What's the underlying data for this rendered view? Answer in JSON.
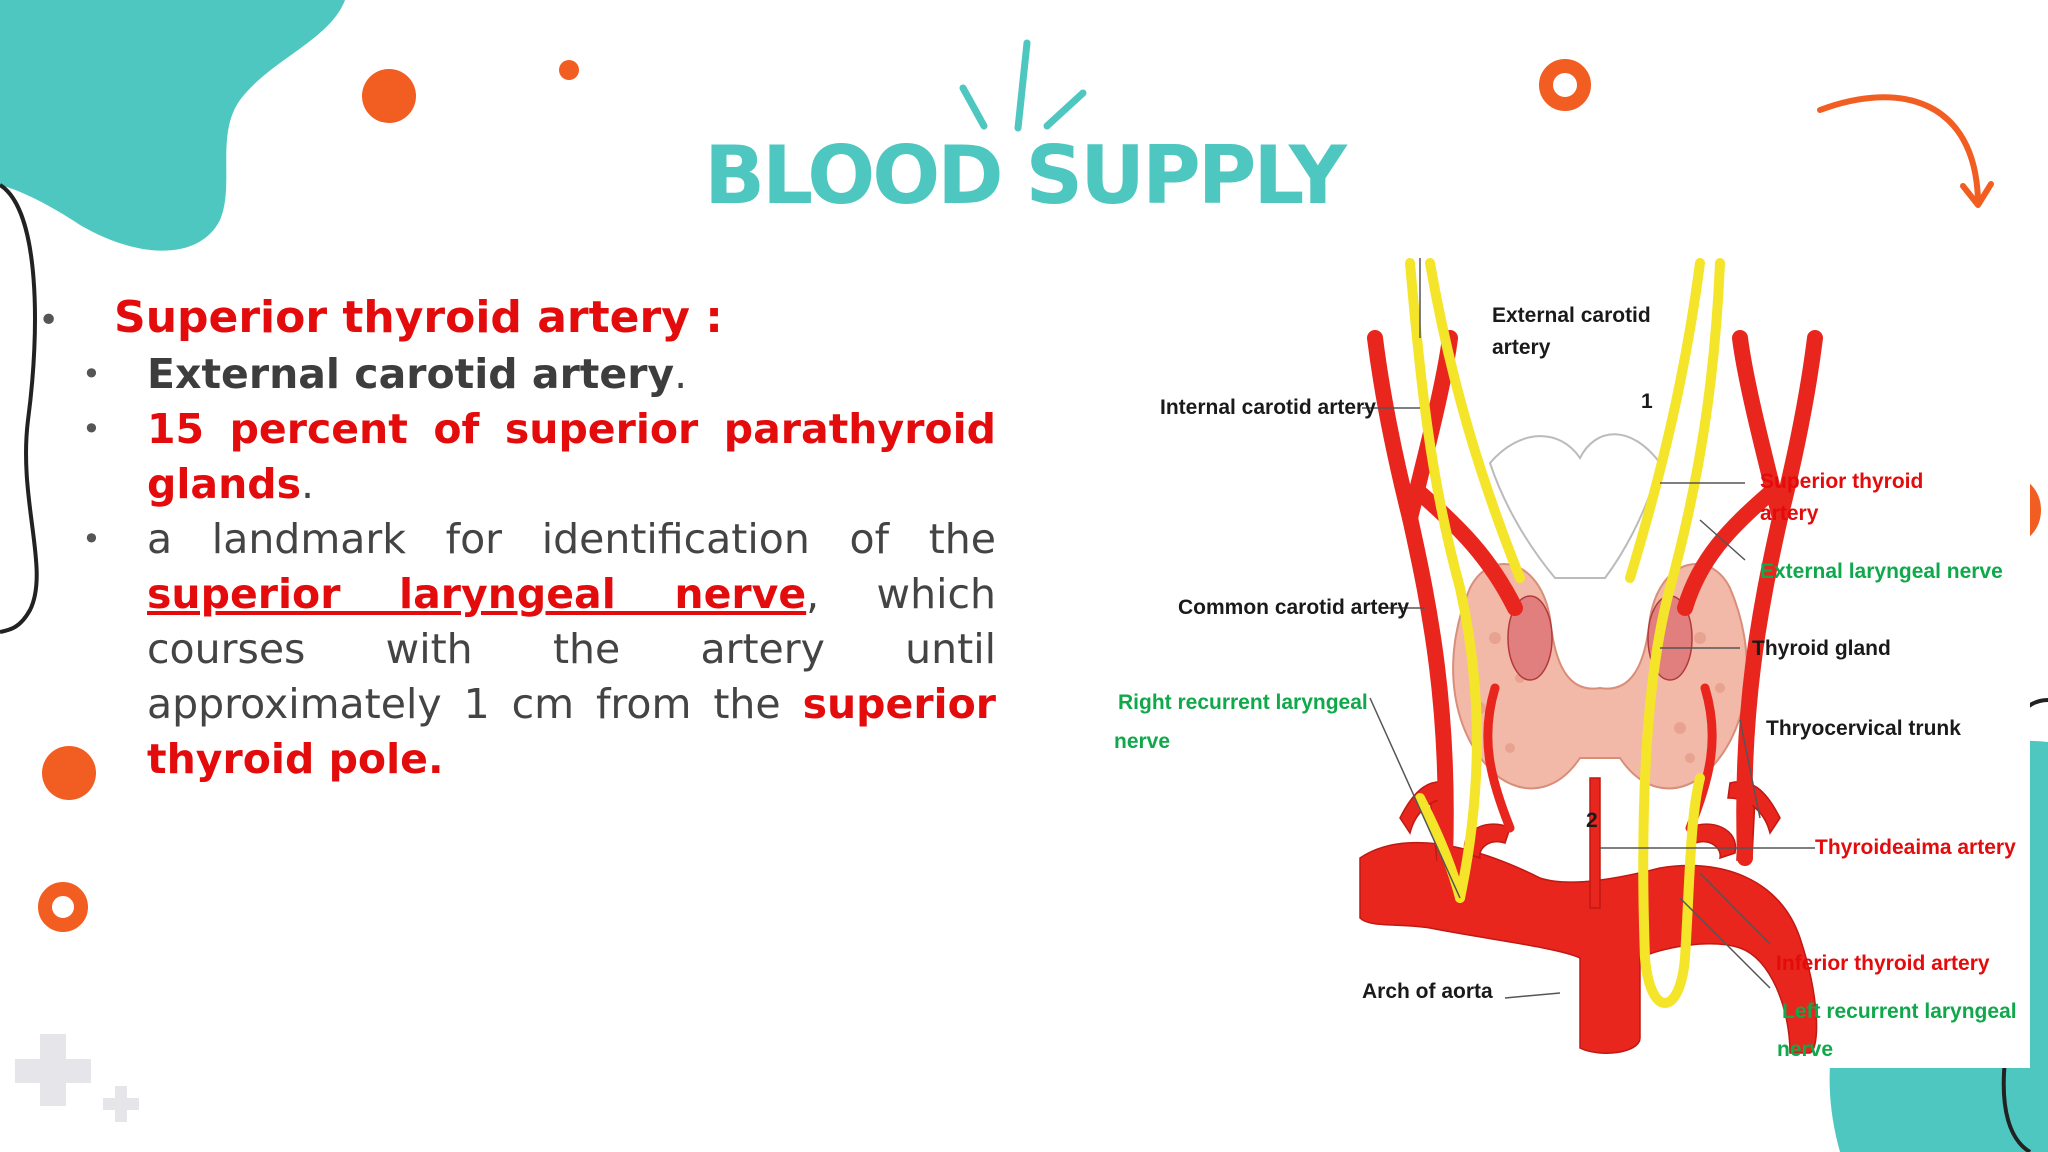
{
  "slide": {
    "title": "BLOOD SUPPLY",
    "accent_color": "#4ec7c0",
    "orange_color": "#f25d22",
    "red_text_color": "#e30b0b"
  },
  "content": {
    "main_item": {
      "bullet": "•",
      "label": "Superior thyroid artery :"
    },
    "sub_items": [
      {
        "parts": [
          "External carotid artery",
          "."
        ]
      },
      {
        "parts": [
          "15 percent of superior parathyroid glands",
          "."
        ]
      },
      {
        "parts": [
          "a landmark for identification of the ",
          "superior laryngeal nerve",
          ", which courses with the artery until approximately 1 cm from the ",
          "superior thyroid pole."
        ]
      }
    ]
  },
  "diagram": {
    "labels": {
      "external_carotid_1": "External carotid",
      "external_carotid_2": "artery",
      "internal_carotid": "Internal  carotid artery",
      "superior_thyroid_1": "Superior thyroid",
      "superior_thyroid_2": "artery",
      "external_laryngeal": "External laryngeal nerve",
      "common_carotid": "Common carotid artery",
      "thyroid_gland": "Thyroid gland",
      "right_recurrent_1": "Right  recurrent laryngeal",
      "right_recurrent_2": "nerve",
      "thyrocervical": "Thryocervical trunk",
      "thyroideaima": "Thyroideaima artery",
      "arch_aorta": "Arch of aorta",
      "inferior_thyroid": "Inferior  thyroid artery",
      "left_recurrent_1": "Left  recurrent laryngeal",
      "left_recurrent_2": "nerve",
      "marker_1": "1",
      "marker_2": "2"
    }
  }
}
